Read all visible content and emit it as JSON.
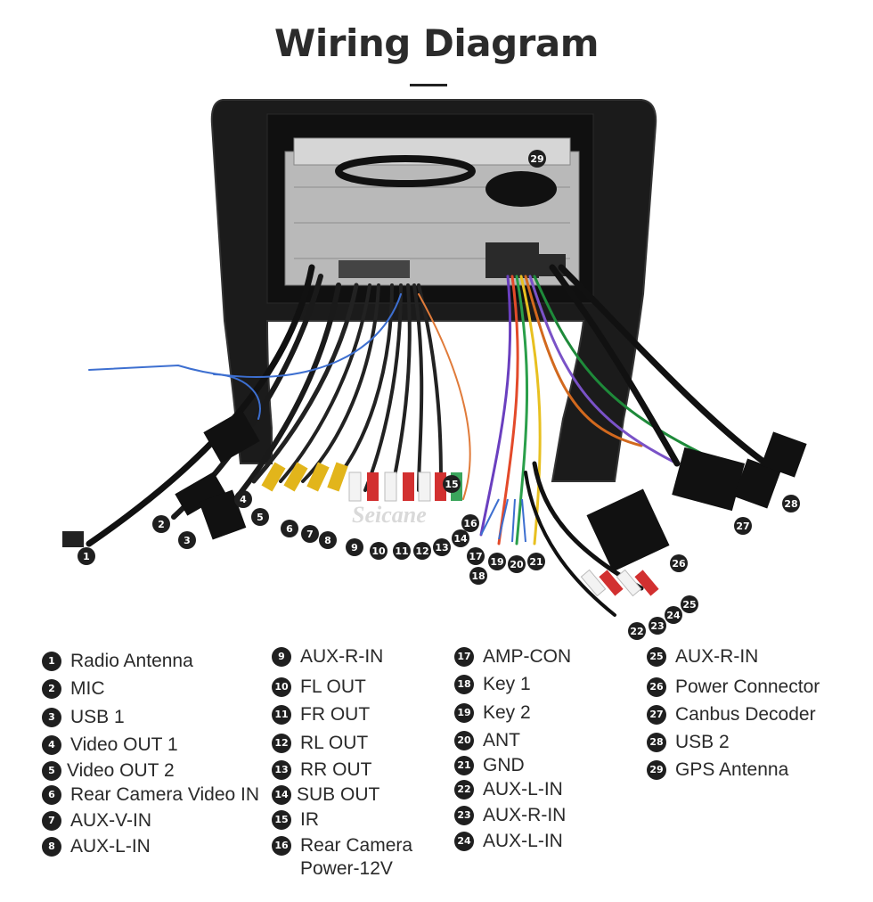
{
  "title": "Wiring Diagram",
  "watermark": "Seicane",
  "legend": [
    {
      "n": "1",
      "label": "Radio Antenna"
    },
    {
      "n": "2",
      "label": "MIC"
    },
    {
      "n": "3",
      "label": "USB 1"
    },
    {
      "n": "4",
      "label": "Video OUT 1"
    },
    {
      "n": "5",
      "label": "Video OUT 2"
    },
    {
      "n": "6",
      "label": "Rear Camera Video IN"
    },
    {
      "n": "7",
      "label": "AUX-V-IN"
    },
    {
      "n": "8",
      "label": "AUX-L-IN"
    },
    {
      "n": "9",
      "label": "AUX-R-IN"
    },
    {
      "n": "10",
      "label": "FL OUT"
    },
    {
      "n": "11",
      "label": "FR OUT"
    },
    {
      "n": "12",
      "label": "RL OUT"
    },
    {
      "n": "13",
      "label": "RR OUT"
    },
    {
      "n": "14",
      "label": "SUB OUT"
    },
    {
      "n": "15",
      "label": "IR"
    },
    {
      "n": "16",
      "label": "Rear Camera Power-12V"
    },
    {
      "n": "17",
      "label": "AMP-CON"
    },
    {
      "n": "18",
      "label": "Key 1"
    },
    {
      "n": "19",
      "label": "Key 2"
    },
    {
      "n": "20",
      "label": "ANT"
    },
    {
      "n": "21",
      "label": "GND"
    },
    {
      "n": "22",
      "label": "AUX-L-IN"
    },
    {
      "n": "23",
      "label": "AUX-R-IN"
    },
    {
      "n": "24",
      "label": "AUX-L-IN"
    },
    {
      "n": "25",
      "label": "AUX-R-IN"
    },
    {
      "n": "26",
      "label": "Power Connector"
    },
    {
      "n": "27",
      "label": "Canbus Decoder"
    },
    {
      "n": "28",
      "label": "USB 2"
    },
    {
      "n": "29",
      "label": "GPS Antenna"
    }
  ]
}
